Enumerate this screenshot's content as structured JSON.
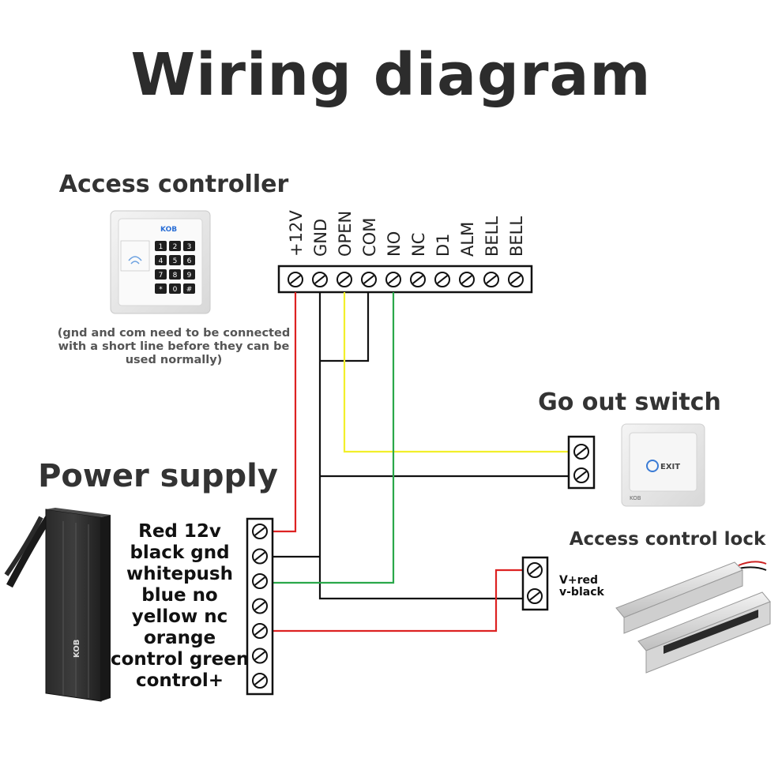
{
  "title": "Wiring diagram",
  "access_controller": {
    "title": "Access controller",
    "note": "(gnd and com need to be connected with a short line before they can be used normally)",
    "brand": "KOB",
    "keys": [
      "1",
      "2",
      "3",
      "4",
      "5",
      "6",
      "7",
      "8",
      "9",
      "*",
      "0",
      "#"
    ],
    "terminals": [
      "+12V",
      "GND",
      "OPEN",
      "COM",
      "NO",
      "NC",
      "D1",
      "ALM",
      "BELL",
      "BELL"
    ]
  },
  "go_out_switch": {
    "title": "Go out switch",
    "button_label": "EXIT",
    "brand": "KOB"
  },
  "power_supply": {
    "title": "Power supply",
    "labels": [
      "Red 12v",
      "black gnd",
      "whitepush",
      "blue no",
      "yellow nc",
      "orange",
      "control green",
      "control+"
    ],
    "brand": "KOB"
  },
  "lock": {
    "title": "Access control lock",
    "labels": [
      "V+red",
      "v-black"
    ]
  },
  "colors": {
    "red": "#dd2222",
    "black": "#111111",
    "yellow": "#f2ef2a",
    "green": "#2aa84a"
  }
}
